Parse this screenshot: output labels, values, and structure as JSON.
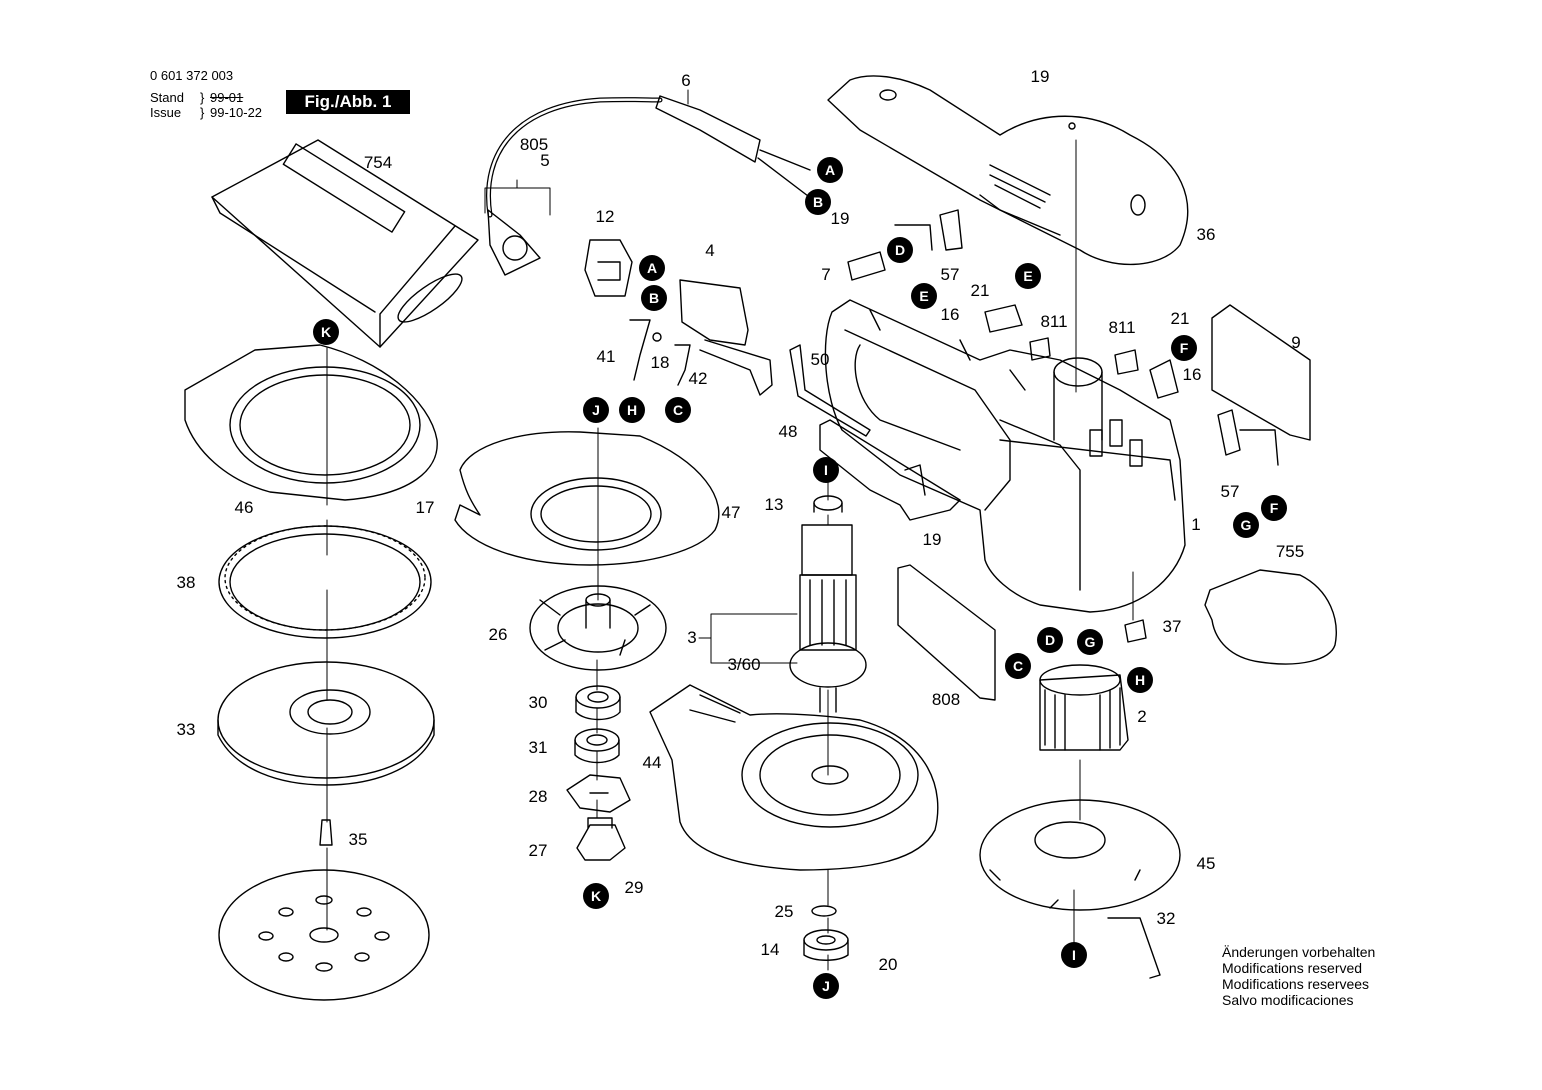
{
  "header": {
    "part_number": "0 601 372 003",
    "stand_label": "Stand",
    "issue_label": "Issue",
    "stand_date": "99-01",
    "issue_date": "99-10-22",
    "figure": "Fig./Abb. 1"
  },
  "notes": [
    "Änderungen vorbehalten",
    "Modifications reserved",
    "Modifications reservees",
    "Salvo modificaciones"
  ],
  "part_labels": [
    "754",
    "805",
    "5",
    "6",
    "19",
    "36",
    "12",
    "4",
    "7",
    "57",
    "21",
    "16",
    "811",
    "9",
    "41",
    "18",
    "42",
    "50",
    "48",
    "13",
    "3",
    "3/60",
    "46",
    "17",
    "47",
    "38",
    "26",
    "1",
    "755",
    "37",
    "808",
    "2",
    "33",
    "30",
    "31",
    "44",
    "28",
    "27",
    "29",
    "35",
    "25",
    "14",
    "20",
    "45",
    "32"
  ],
  "connector_letters": [
    "A",
    "B",
    "C",
    "D",
    "E",
    "F",
    "G",
    "H",
    "I",
    "J",
    "K"
  ],
  "colors": {
    "ink": "#000000",
    "paper": "#ffffff",
    "marker_text": "#ffffff"
  }
}
